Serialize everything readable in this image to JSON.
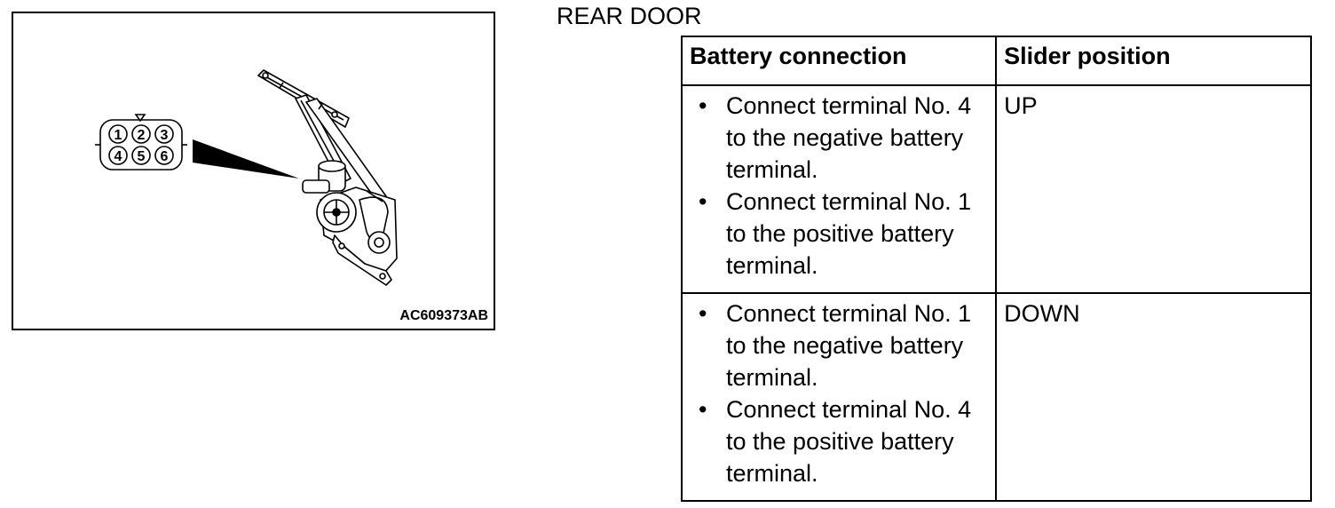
{
  "figure": {
    "code": "AC609373AB",
    "connector_pins": [
      "1",
      "2",
      "3",
      "4",
      "5",
      "6"
    ]
  },
  "section_title": "REAR DOOR",
  "table": {
    "headers": [
      "Battery connection",
      "Slider position"
    ],
    "rows": [
      {
        "steps": [
          "Connect terminal No. 4 to the negative battery terminal.",
          "Connect terminal No. 1 to the positive battery terminal."
        ],
        "position": "UP"
      },
      {
        "steps": [
          "Connect terminal No. 1 to the negative battery terminal.",
          "Connect terminal No. 4 to the positive battery terminal."
        ],
        "position": "DOWN"
      }
    ]
  },
  "bullet_char": "•"
}
